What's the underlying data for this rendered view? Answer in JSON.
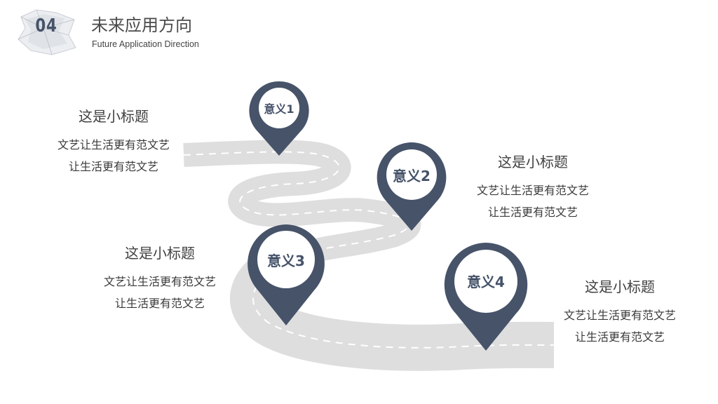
{
  "header": {
    "badge": "04",
    "title": "未来应用方向",
    "subtitle": "Future Application Direction"
  },
  "pins": [
    {
      "label": "意义1"
    },
    {
      "label": "意义2"
    },
    {
      "label": "意义3"
    },
    {
      "label": "意义4"
    }
  ],
  "blocks": [
    {
      "heading": "这是小标题",
      "line1": "文艺让生活更有范文艺",
      "line2": "让生活更有范文艺"
    },
    {
      "heading": "这是小标题",
      "line1": "文艺让生活更有范文艺",
      "line2": "让生活更有范文艺"
    },
    {
      "heading": "这是小标题",
      "line1": "文艺让生活更有范文艺",
      "line2": "让生活更有范文艺"
    },
    {
      "heading": "这是小标题",
      "line1": "文艺让生活更有范文艺",
      "line2": "让生活更有范文艺"
    }
  ],
  "colors": {
    "accent": "#465369",
    "road": "#dedede",
    "text": "#3a3a3a"
  }
}
